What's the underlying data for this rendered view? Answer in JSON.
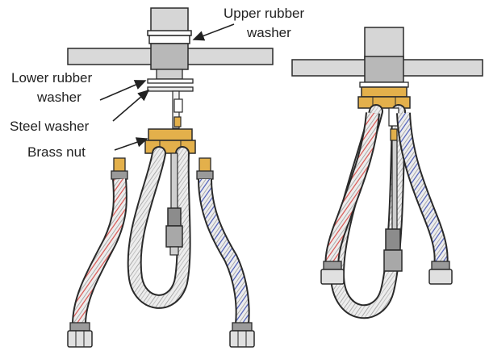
{
  "labels": {
    "upper_rubber_washer_line1": "Upper rubber",
    "upper_rubber_washer_line2": "washer",
    "lower_rubber_washer_line1": "Lower rubber",
    "lower_rubber_washer_line2": "washer",
    "steel_washer": "Steel washer",
    "brass_nut": "Brass nut"
  },
  "colors": {
    "outline": "#2a2a2a",
    "countertop": "#d9d9d9",
    "faucet_body": "#cfcfcf",
    "brass": "#e3b04b",
    "braid_base": "#e8e8e8",
    "hot_stripe": "#d9534f",
    "cold_stripe": "#4a5bb8",
    "fitting": "#9a9a9a"
  }
}
